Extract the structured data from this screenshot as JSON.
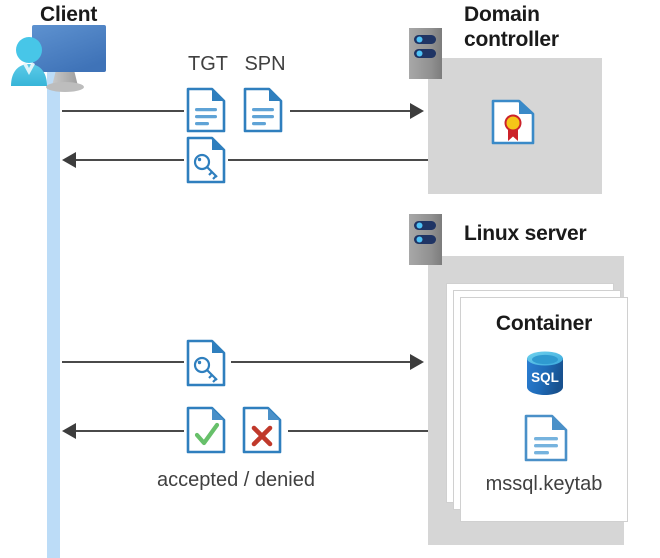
{
  "diagram": {
    "title_client": "Client",
    "title_domain_controller": "Domain\ncontroller",
    "title_domain_controller_line1": "Domain",
    "title_domain_controller_line2": "controller",
    "title_linux_server": "Linux server",
    "title_container": "Container",
    "label_tgt": "TGT",
    "label_spn": "SPN",
    "label_accepted_denied": "accepted / denied",
    "label_mssql_keytab": "mssql.keytab",
    "label_sql": "SQL"
  },
  "icons": {
    "client": "client-workstation-user-icon",
    "server_dc": "server-rack-icon",
    "server_linux": "server-rack-icon",
    "certificate": "certificate-document-icon",
    "ticket_tgt": "text-document-icon",
    "ticket_spn": "text-document-icon",
    "key_document": "key-document-icon",
    "accepted": "check-document-icon",
    "denied": "cross-document-icon",
    "sql_database": "sql-database-icon",
    "keytab_document": "text-document-icon"
  },
  "flows": [
    {
      "id": "flow-tgt-spn-request",
      "direction": "right",
      "labels": [
        "TGT",
        "SPN"
      ]
    },
    {
      "id": "flow-ticket-response",
      "direction": "left",
      "labels": []
    },
    {
      "id": "flow-ticket-present",
      "direction": "right",
      "labels": []
    },
    {
      "id": "flow-auth-result",
      "direction": "left",
      "labels": [
        "accepted / denied"
      ]
    }
  ],
  "colors": {
    "lifeline": "#bcdcf7",
    "panel_grey": "#d6d6d6",
    "server_grey": "#9b9b9b",
    "doc_blue": "#3a8ac8",
    "doc_blue_dark": "#2a7ab5",
    "accent_green": "#67c06a",
    "accent_red": "#c0392b",
    "cert_gold": "#f5c518",
    "cert_red": "#cc2229",
    "sql_blue": "#1f6bb8",
    "monitor_blue": "#4f81c4",
    "person_cyan": "#50c5e8",
    "line": "#4a4a4a",
    "text_dark": "#1a1a1a",
    "text_mid": "#404040"
  }
}
